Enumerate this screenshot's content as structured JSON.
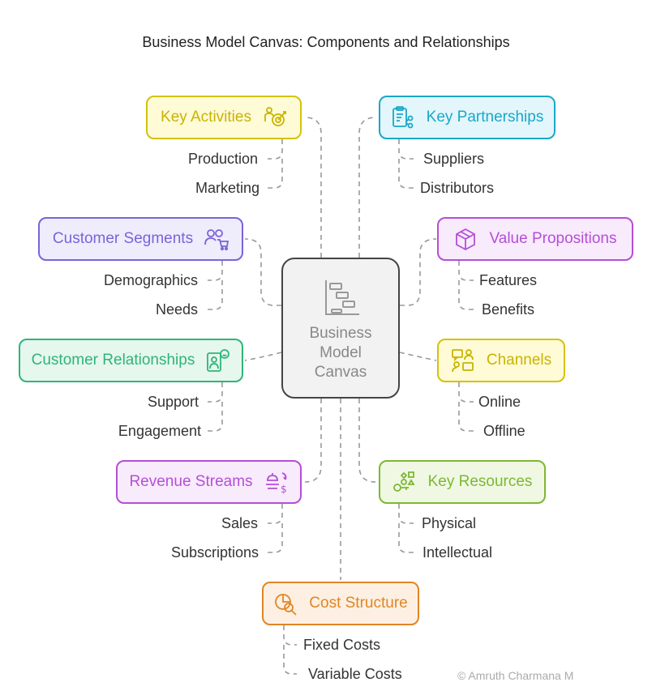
{
  "title": "Business Model Canvas: Components and Relationships",
  "center": {
    "label_lines": [
      "Business",
      "Model",
      "Canvas"
    ]
  },
  "nodes": {
    "key_activities": {
      "label": "Key Activities",
      "color": "#d4c20a",
      "bg": "#fffbd6",
      "icon": "target-person-icon",
      "children": [
        "Production",
        "Marketing"
      ]
    },
    "key_partnerships": {
      "label": "Key Partnerships",
      "color": "#1aa7c9",
      "bg": "#e3f6fb",
      "icon": "clipboard-network-icon",
      "children": [
        "Suppliers",
        "Distributors"
      ]
    },
    "customer_segments": {
      "label": "Customer Segments",
      "color": "#7b63d8",
      "bg": "#efecfc",
      "icon": "people-cart-icon",
      "children": [
        "Demographics",
        "Needs"
      ]
    },
    "value_propositions": {
      "label": "Value Propositions",
      "color": "#b44fd6",
      "bg": "#f8ebfc",
      "icon": "cube-icon",
      "children": [
        "Features",
        "Benefits"
      ]
    },
    "customer_relationships": {
      "label": "Customer Relationships",
      "color": "#2fb577",
      "bg": "#e6f7ee",
      "icon": "person-smile-icon",
      "children": [
        "Support",
        "Engagement"
      ]
    },
    "channels": {
      "label": "Channels",
      "color": "#d4c20a",
      "bg": "#fffbd6",
      "icon": "chat-people-icon",
      "children": [
        "Online",
        "Offline"
      ]
    },
    "revenue_streams": {
      "label": "Revenue Streams",
      "color": "#b44fd6",
      "bg": "#f8ebfc",
      "icon": "money-exchange-icon",
      "children": [
        "Sales",
        "Subscriptions"
      ]
    },
    "key_resources": {
      "label": "Key Resources",
      "color": "#7cb832",
      "bg": "#f0f8e4",
      "icon": "key-shapes-icon",
      "children": [
        "Physical",
        "Intellectual"
      ]
    },
    "cost_structure": {
      "label": "Cost Structure",
      "color": "#e08526",
      "bg": "#fdf0e2",
      "icon": "chart-search-icon",
      "children": [
        "Fixed Costs",
        "Variable Costs"
      ]
    }
  },
  "copyright": "© Amruth Charmana M"
}
